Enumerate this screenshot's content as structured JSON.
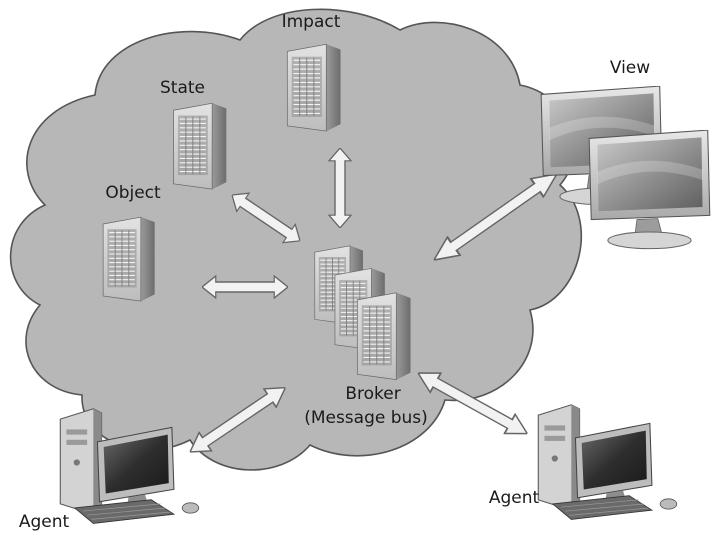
{
  "nodes": {
    "impact": "Impact",
    "state": "State",
    "object": "Object",
    "view": "View",
    "broker_line1": "Broker",
    "broker_line2": "(Message bus)",
    "agent_left": "Agent",
    "agent_right": "Agent"
  },
  "colors": {
    "cloud_fill": "#b7b7b7",
    "cloud_stroke": "#555555",
    "arrow_fill": "#f2f2f2",
    "arrow_stroke": "#666666",
    "server_body": "#cfcfcf",
    "monitor_screen": "#8a8a8a"
  },
  "icons": {
    "server": "server-tower-icon",
    "monitor": "monitor-icon",
    "workstation": "desktop-computer-icon"
  }
}
